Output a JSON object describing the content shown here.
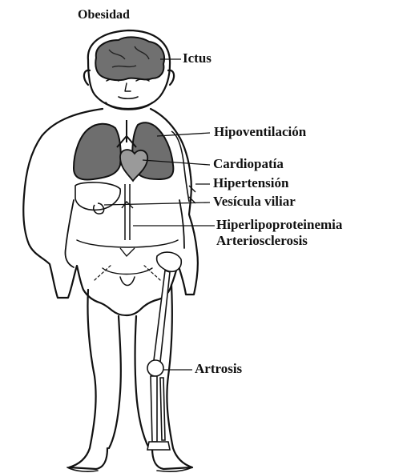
{
  "title": "Obesidad",
  "labels": {
    "ictus": "Ictus",
    "hipoventilacion": "Hipoventilación",
    "cardiopatia": "Cardiopatía",
    "hipertension": "Hipertensión",
    "vesicula": "Vesícula viliar",
    "hiperlipoproteinemia": "Hiperlipoproteinemia",
    "arteriosclerosis": "Arteriosclerosis",
    "artrosis": "Artrosis"
  },
  "colors": {
    "ink": "#111111",
    "organ_fill": "#6e6e6e",
    "brain_fill": "#707070",
    "background": "#ffffff"
  }
}
